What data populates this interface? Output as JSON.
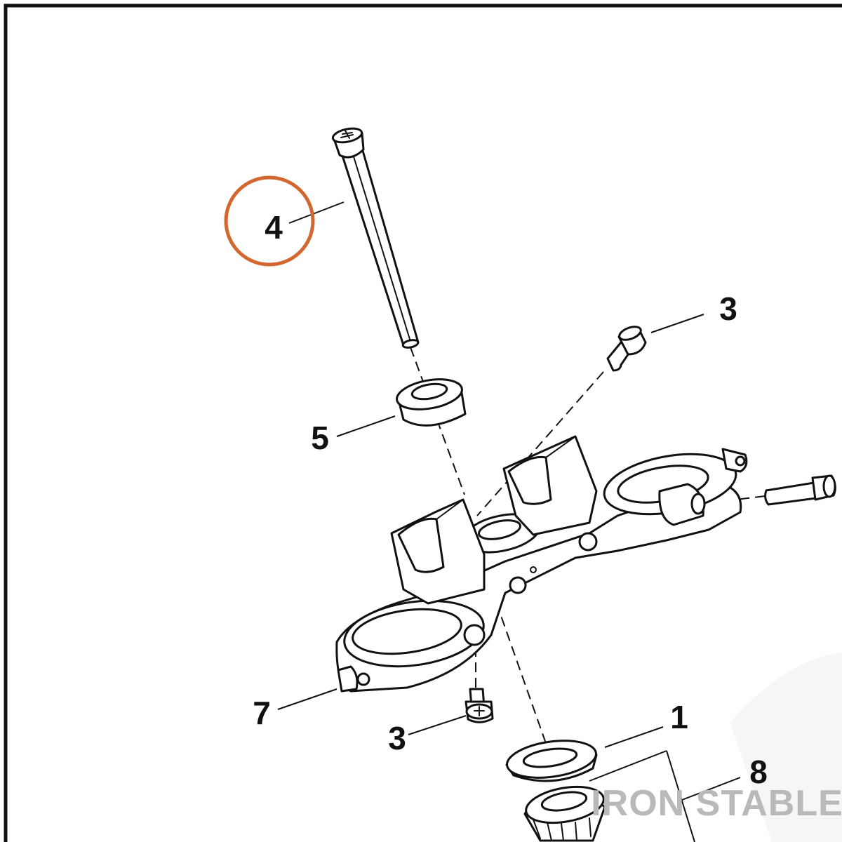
{
  "diagram": {
    "watermark": "IRON STABLE",
    "colors": {
      "ink": "#111111",
      "highlight_circle": "#d2672f",
      "watermark": "#b9b9b9",
      "background": "#ffffff"
    },
    "callouts": [
      {
        "id": "callout-4",
        "label": "4",
        "highlighted": true
      },
      {
        "id": "callout-3-top",
        "label": "3",
        "highlighted": false
      },
      {
        "id": "callout-5",
        "label": "5",
        "highlighted": false
      },
      {
        "id": "callout-7",
        "label": "7",
        "highlighted": false
      },
      {
        "id": "callout-3-bottom",
        "label": "3",
        "highlighted": false
      },
      {
        "id": "callout-1",
        "label": "1",
        "highlighted": false
      },
      {
        "id": "callout-8",
        "label": "8",
        "highlighted": false
      }
    ]
  }
}
